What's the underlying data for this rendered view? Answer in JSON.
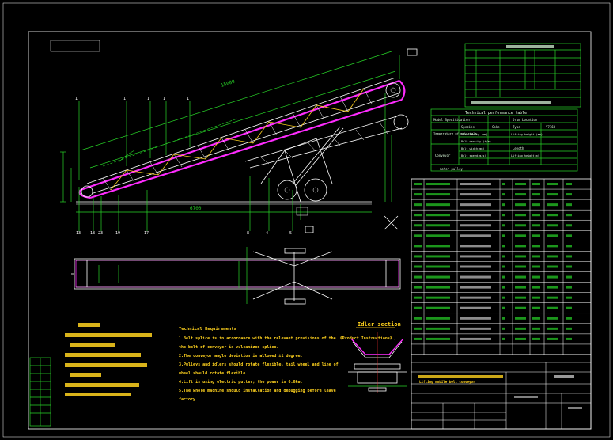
{
  "title_block": {
    "drawing_name_en": "Lifting mobile belt conveyor"
  },
  "performance_table_en": {
    "title": "Technical performance table",
    "rows": [
      {
        "label": "Model Specification",
        "col2": "",
        "col3": "Drum Location"
      },
      {
        "label": "Temperature of materials",
        "col2": "Species",
        "col3": "Coke",
        "col4": "Type",
        "col5": "Y7160"
      },
      {
        "label": "",
        "col2": "Granularity (mm)",
        "col3": "",
        "col4": "Lifting height (mm)",
        "col5": ""
      },
      {
        "label": "",
        "col2": "Bulk density (t/m)",
        "col3": "",
        "col4": "",
        "col5": ""
      },
      {
        "label": "Conveyor",
        "col2": "Belt width(mm)",
        "col3": "",
        "col4": "Length",
        "col5": ""
      },
      {
        "label": "",
        "col2": "Belt speed(m/s)",
        "col3": "",
        "col4": "Lifting height(m)",
        "col5": ""
      },
      {
        "label": "motor pulley",
        "col2": "",
        "col3": "",
        "col4": "",
        "col5": ""
      }
    ]
  },
  "section_labels": {
    "idler_section_en": "Idler section"
  },
  "requirements_en": {
    "title": "Technical Requirements",
    "items": [
      "1.Belt splice is in accordance with the relevant provisions of the 《Product Instructions》,",
      "the belt of conveyor is vulcanized splice.",
      "2.The conveyor angle deviation is allowed ±1 degree.",
      "3.Pulleys and idlers should rotate flexible, tail wheel and line of",
      "wheel should rotate flexible.",
      "4.Lift is using electric putter, the power is 0.6kw.",
      "5.The whole machine should installation and debugging before leave",
      "factory."
    ]
  },
  "dimensions": {
    "overall_length": "15000"
  },
  "icons": [
    "cross-mark-icon"
  ]
}
